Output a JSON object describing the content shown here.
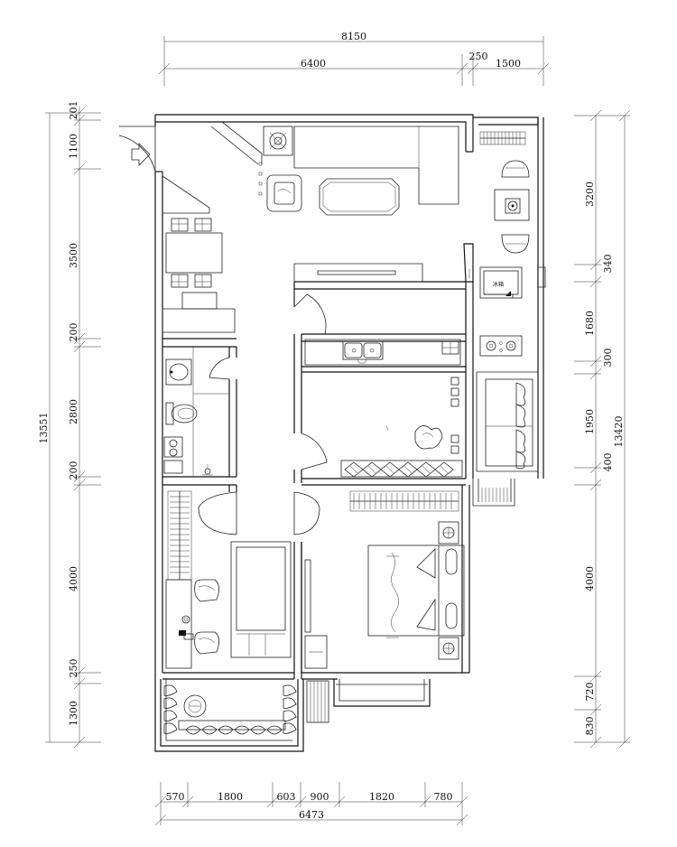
{
  "dimensions": {
    "top": {
      "total": "8150",
      "seg_a": "6400",
      "seg_b": "250",
      "seg_c": "1500"
    },
    "bottom": {
      "segments": [
        "570",
        "1800",
        "603",
        "900",
        "1820",
        "780"
      ],
      "total": "6473"
    },
    "left": {
      "segments": [
        "201",
        "1100",
        "3500",
        "200",
        "2800",
        "200",
        "4000",
        "250",
        "1300"
      ],
      "total": "13551"
    },
    "right": {
      "segments": [
        "3200",
        "340",
        "1680",
        "300",
        "1950",
        "400",
        "4000",
        "720",
        "830"
      ],
      "total": "13420"
    }
  },
  "labels": {
    "fridge": "冰箱"
  }
}
